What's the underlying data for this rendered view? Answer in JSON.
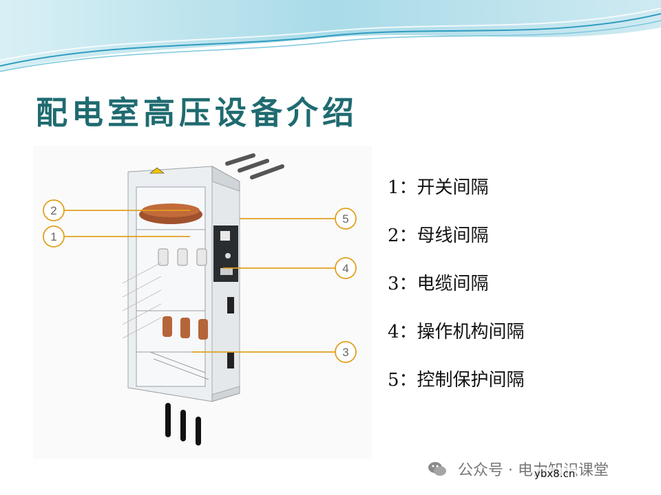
{
  "slide": {
    "title": "配电室高压设备介绍",
    "legend": [
      {
        "num": "1：",
        "label": "开关间隔"
      },
      {
        "num": "2：",
        "label": "母线间隔"
      },
      {
        "num": "3：",
        "label": "电缆间隔"
      },
      {
        "num": "4：",
        "label": "操作机构间隔"
      },
      {
        "num": "5：",
        "label": "控制保护间隔"
      }
    ],
    "callouts": [
      "1",
      "2",
      "3",
      "4",
      "5"
    ]
  },
  "footer": {
    "account": "公众号 · 电力知识课堂",
    "watermark": "ybx8.cn"
  },
  "colors": {
    "title": "#1f6b70",
    "callout": "#e0a020",
    "wave_light": "#bfe6ef",
    "wave_dark": "#2f9cc0"
  }
}
